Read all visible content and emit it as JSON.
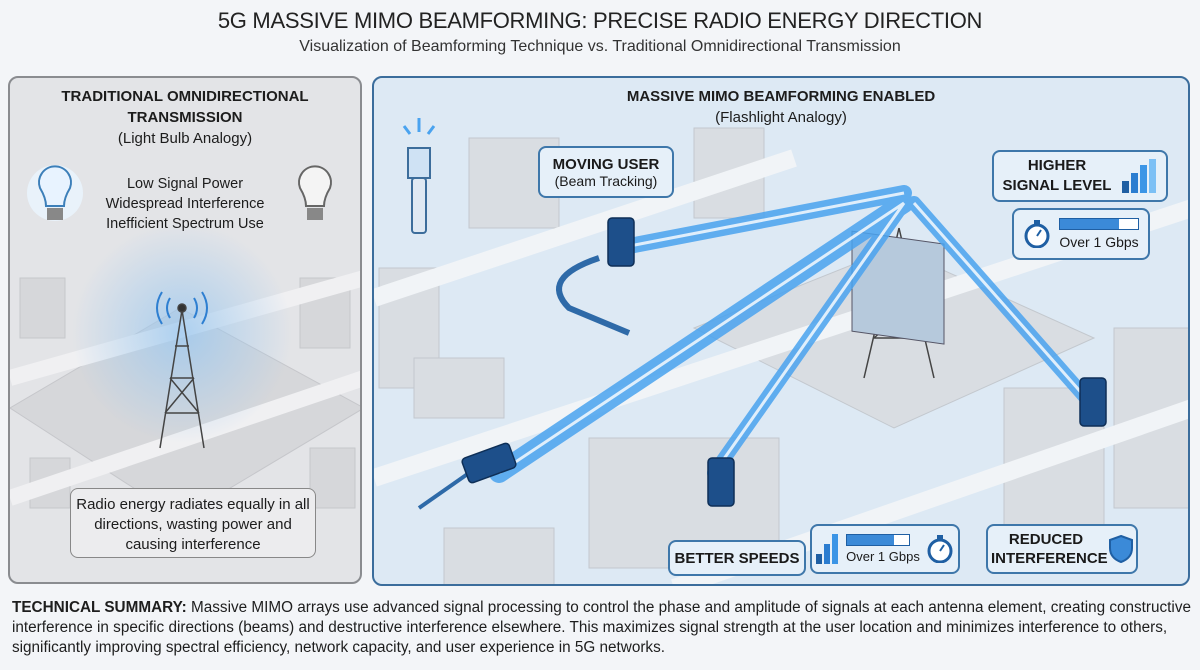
{
  "header": {
    "title": "5G MASSIVE MIMO BEAMFORMING: PRECISE RADIO ENERGY DIRECTION",
    "subtitle": "Visualization of Beamforming Technique vs. Traditional Omnidirectional Transmission"
  },
  "left_panel": {
    "heading_line1": "TRADITIONAL OMNIDIRECTIONAL",
    "heading_line2": "TRANSMISSION",
    "analogy": "(Light Bulb Analogy)",
    "points": [
      "Low Signal Power",
      "Widespread Interference",
      "Inefficient Spectrum Use"
    ],
    "caption": "Radio energy radiates equally in all directions, wasting power and causing interference"
  },
  "right_panel": {
    "heading": "MASSIVE MIMO BEAMFORMING ENABLED",
    "analogy": "(Flashlight Analogy)",
    "callouts": {
      "moving_user": "MOVING USER",
      "moving_user_sub": "(Beam Tracking)",
      "higher_signal": "HIGHER SIGNAL LEVEL",
      "speed_top": "Over 1 Gbps",
      "better_speeds": "BETTER SPEEDS",
      "speed_bottom": "Over 1 Gbps",
      "reduced_interference": "REDUCED INTERFERENCE"
    },
    "speed_fill": 0.75
  },
  "summary": {
    "label": "TECHNICAL SUMMARY:",
    "text": " Massive MIMO arrays use advanced signal processing to control the phase and amplitude of signals at each antenna element, creating constructive interference in specific directions (beams) and destructive interference elsewhere. This maximizes signal strength at the user location and minimizes interference to others, significantly improving spectral efficiency, network capacity, and user experience in 5G networks."
  },
  "colors": {
    "accent": "#3b6d9c",
    "beam": "#4aa3ef",
    "panel_left": "#e3e4e7",
    "panel_right": "#dde9f4"
  }
}
